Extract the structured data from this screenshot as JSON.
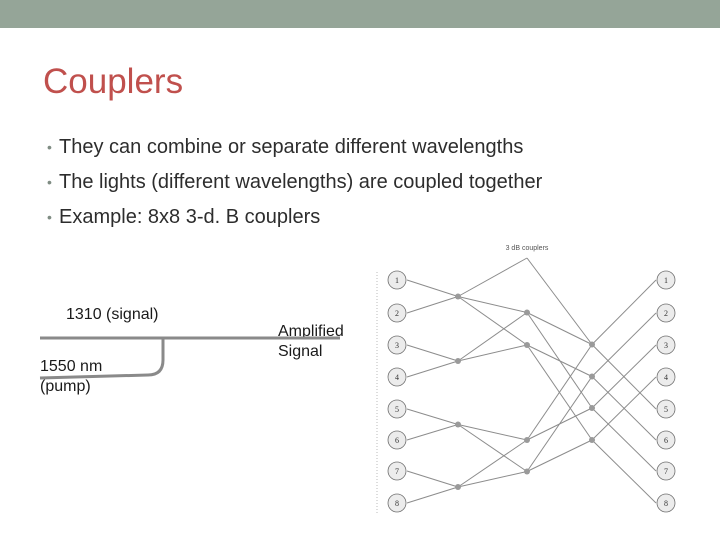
{
  "slide": {
    "title": "Couplers",
    "bullets": [
      "They can combine or separate different wavelengths",
      "The lights (different wavelengths) are coupled together",
      "Example: 8x8 3-d. B couplers"
    ]
  },
  "coupler_sketch": {
    "signal_label": "1310 (signal)",
    "pump_label_line1": "1550 nm",
    "pump_label_line2": "(pump)",
    "output_label_line1": "Amplified",
    "output_label_line2": "Signal"
  },
  "network_diagram": {
    "caption": "3 dB couplers",
    "input_ports": [
      "1",
      "2",
      "3",
      "4",
      "5",
      "6",
      "7",
      "8"
    ],
    "output_ports": [
      "1",
      "2",
      "3",
      "4",
      "5",
      "6",
      "7",
      "8"
    ]
  },
  "colors": {
    "top_bar": "#95a598",
    "title": "#c0504d",
    "port_fill": "#ececec",
    "coupler_dot": "#9a9a9a"
  }
}
